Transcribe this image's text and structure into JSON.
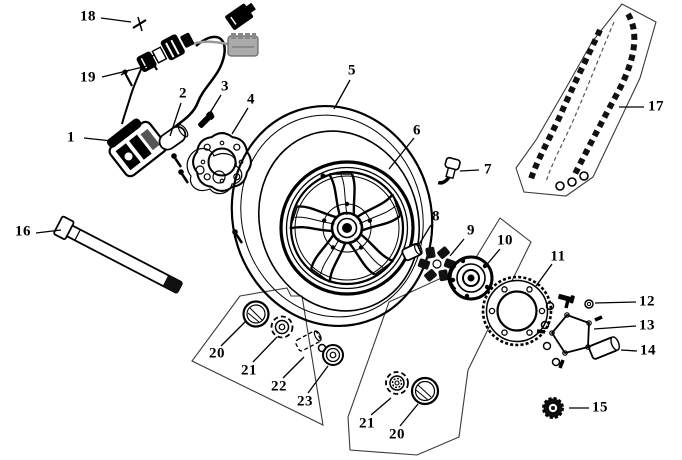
{
  "diagram": {
    "description": "exploded parts diagram of a motorcycle rear wheel assembly",
    "background": "#ffffff",
    "ink": "#000000",
    "cable_color": "#9a9a9a",
    "callouts": {
      "n1": "1",
      "n2": "2",
      "n3": "3",
      "n4": "4",
      "n5": "5",
      "n6": "6",
      "n7": "7",
      "n8": "8",
      "n9": "9",
      "n10": "10",
      "n11": "11",
      "n12": "12",
      "n13": "13",
      "n14": "14",
      "n15": "15",
      "n16": "16",
      "n17": "17",
      "n18": "18",
      "n19": "19",
      "n20": "20",
      "n21": "21",
      "n22": "22",
      "n23": "23"
    }
  }
}
